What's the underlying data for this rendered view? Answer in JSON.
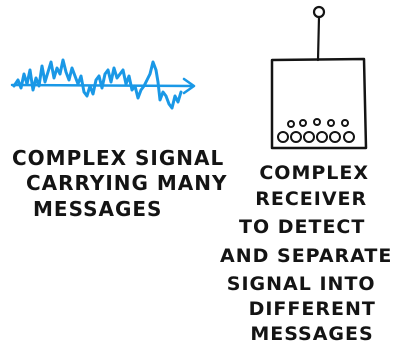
{
  "signal": {
    "label_lines": [
      "COMPLEX SIGNAL",
      "CARRYING MANY",
      "MESSAGES"
    ],
    "color": "#1a98e6",
    "icon": "signal-waveform-icon"
  },
  "receiver": {
    "label_lines": [
      "COMPLEX",
      "RECEIVER",
      "TO DETECT",
      "AND SEPARATE",
      "SIGNAL INTO",
      "DIFFERENT",
      "MESSAGES"
    ],
    "icon": "receiver-box-icon",
    "knob_count_top": 5,
    "knob_count_bottom": 6
  },
  "ink_color": "#141414"
}
